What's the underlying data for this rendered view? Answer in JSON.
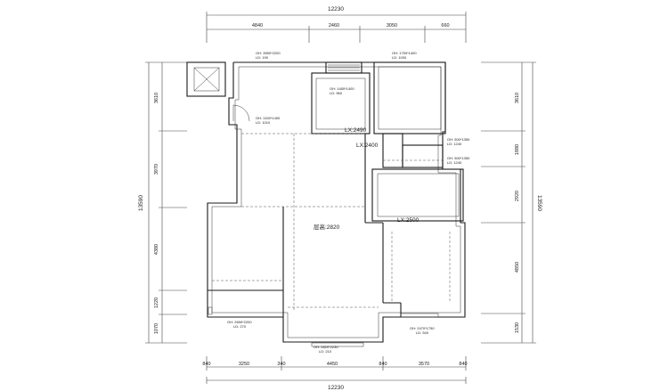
{
  "dimensions": {
    "top_total": "12230",
    "top_segments": [
      "4840",
      "2460",
      "3050",
      "660"
    ],
    "bottom_total": "12230",
    "bottom_segments": [
      "3250",
      "4450",
      "3570"
    ],
    "bottom_ticks": [
      "840",
      "340",
      "840",
      "840"
    ],
    "left_total": "13590",
    "left_segments": [
      "3610",
      "3970",
      "4380",
      "1220",
      "1070"
    ],
    "right_total": "13590",
    "right_segments": [
      "3610",
      "1880",
      "2920",
      "4850",
      "1530"
    ]
  },
  "annotations": {
    "ceiling_height": "层高:2820",
    "lx_labels": [
      "LX:2490",
      "LX:2400",
      "LX:2500"
    ],
    "openings": [
      {
        "size": "OH: 3550*2200",
        "ld": "LD: 190"
      },
      {
        "size": "OH: 1750*1400",
        "ld": "LD: 1000"
      },
      {
        "size": "OH: 1450*1400",
        "ld": "LD: 960"
      },
      {
        "size": "OH: 1150*1400",
        "ld": "LD: 1010"
      },
      {
        "size": "OH: 500*1350",
        "ld": "LD: 1240"
      },
      {
        "size": "OH: 500*1350",
        "ld": "LD: 1240"
      },
      {
        "size": "OH: 2650*2200",
        "ld": "LD: 270"
      },
      {
        "size": "OH: 2470*1750",
        "ld": "LD: 540"
      },
      {
        "size": "OH: 2820*2230",
        "ld": "LD: 210"
      }
    ]
  }
}
